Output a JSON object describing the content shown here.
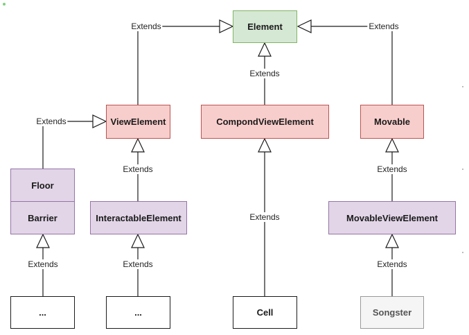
{
  "nodes": {
    "element": "Element",
    "view_element": "ViewElement",
    "compond_view_element": "CompondViewElement",
    "movable": "Movable",
    "floor": "Floor",
    "barrier": "Barrier",
    "interactable_element": "InteractableElement",
    "movable_view_element": "MovableViewElement",
    "ellipsis_left": "...",
    "ellipsis_middle": "...",
    "cell": "Cell",
    "songster": "Songster"
  },
  "edge_label": "Extends",
  "colors": {
    "green_fill": "#d5e8d4",
    "red_fill": "#f8cecc",
    "purple_fill": "#e1d5e7",
    "gray_fill": "#f5f5f5"
  }
}
